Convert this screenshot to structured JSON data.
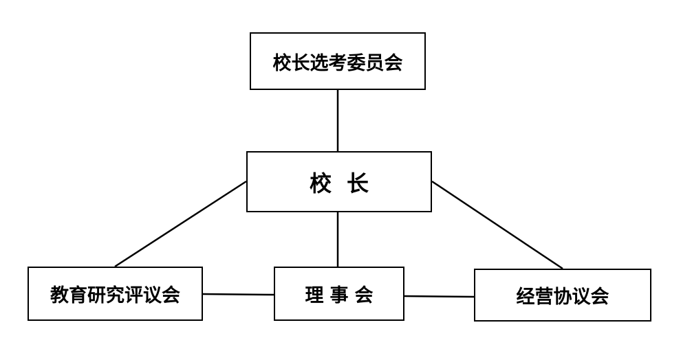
{
  "diagram": {
    "nodes": {
      "committee": "校长选考委员会",
      "president": "校长",
      "education": "教育研究评议会",
      "board": "理事会",
      "business": "经营协议会"
    },
    "edges": [
      [
        "committee",
        "president"
      ],
      [
        "president",
        "education"
      ],
      [
        "president",
        "board"
      ],
      [
        "president",
        "business"
      ],
      [
        "education",
        "board"
      ],
      [
        "board",
        "business"
      ]
    ]
  }
}
